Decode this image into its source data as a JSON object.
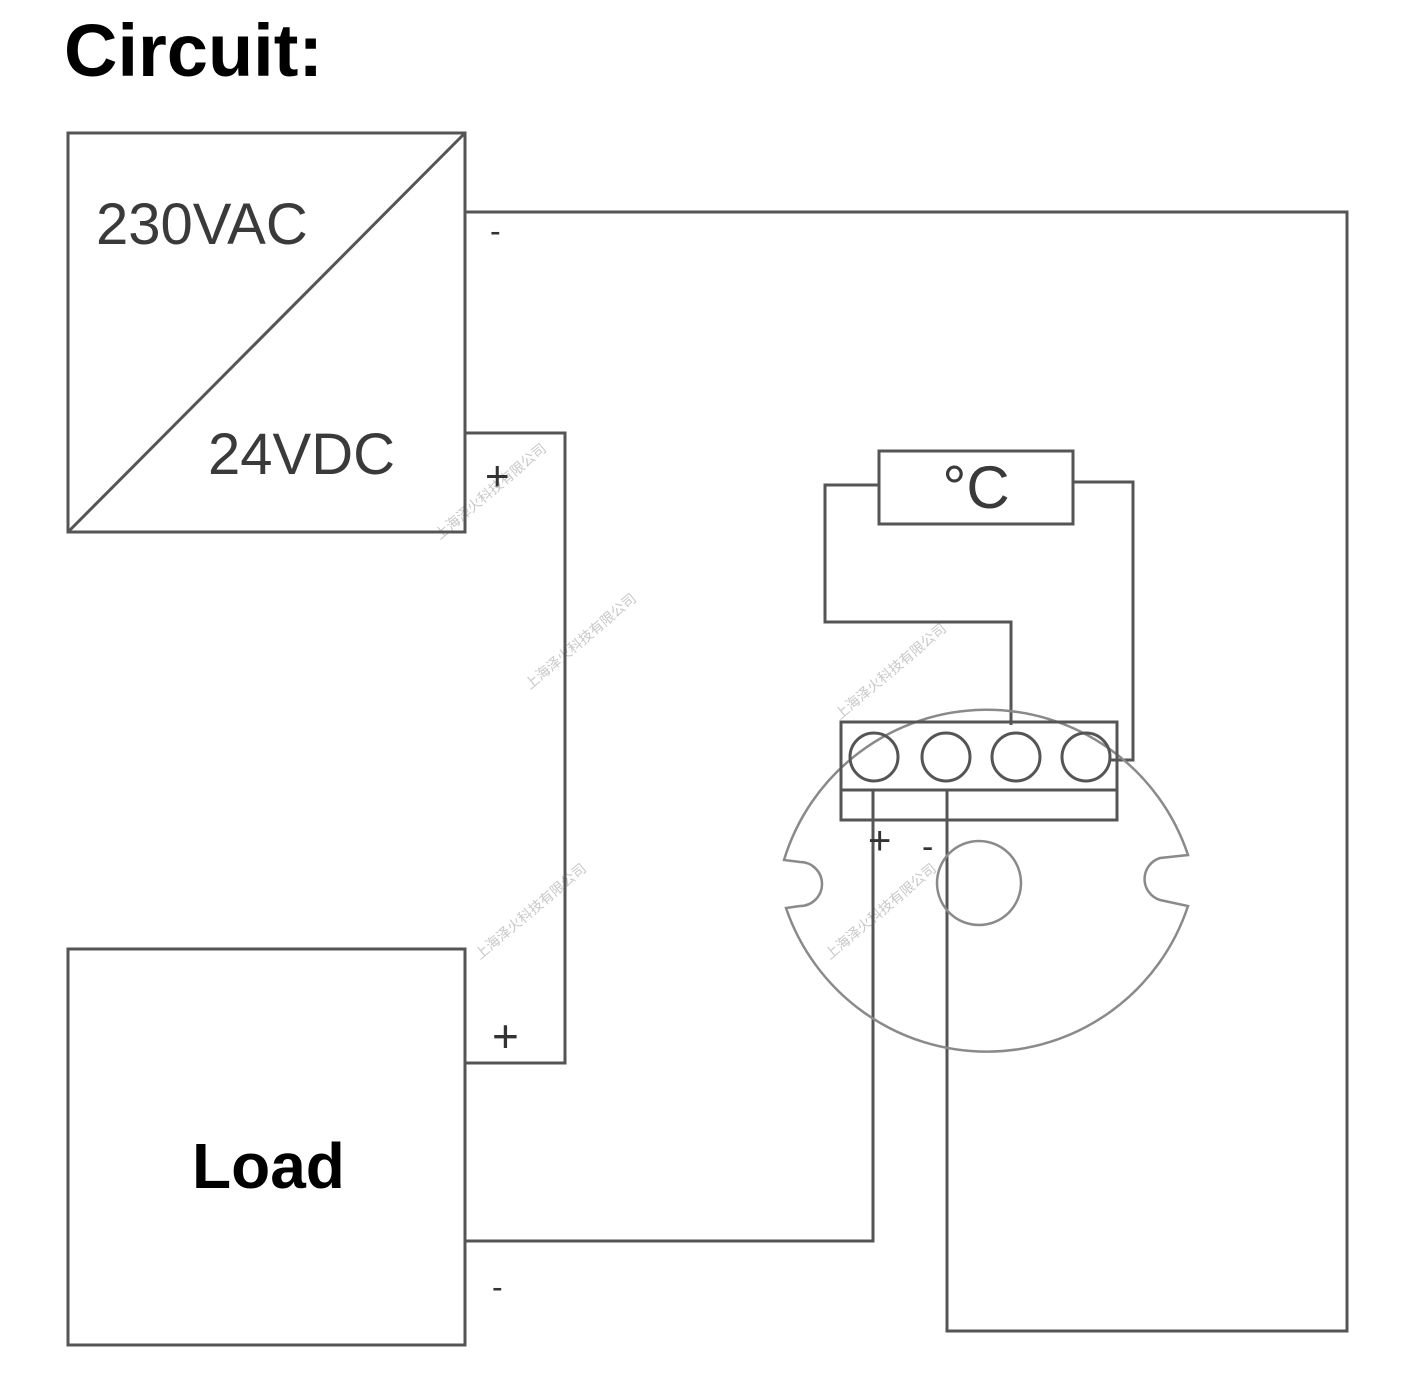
{
  "title": "Circuit:",
  "power_supply": {
    "input_label": "230VAC",
    "output_label": "24VDC",
    "minus": "-",
    "plus": "+"
  },
  "load": {
    "label": "Load",
    "plus": "+",
    "minus": "-"
  },
  "sensor": {
    "label": "°C"
  },
  "transmitter": {
    "plus": "+",
    "minus": "-"
  },
  "watermark": "上海泽火科技有限公司",
  "colors": {
    "line": "#555555",
    "circle": "#8a8a8a",
    "text": "#000000"
  }
}
